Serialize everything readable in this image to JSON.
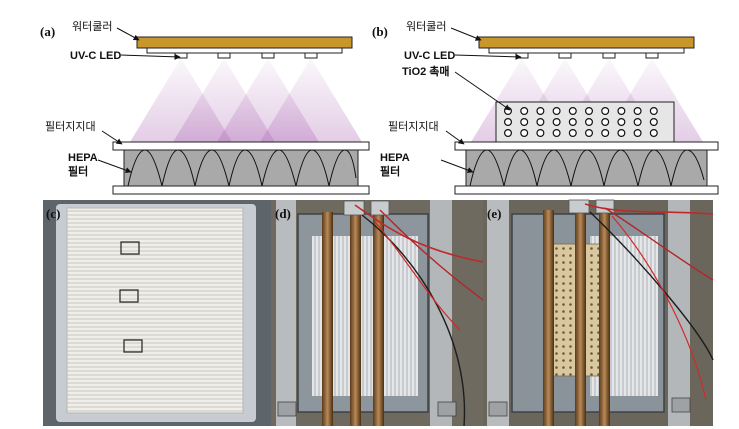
{
  "panels": {
    "a": {
      "tag": "(a)",
      "water_cooler": "워터쿨러",
      "uvc_led": "UV-C LED",
      "filter_support": "필터지지대",
      "hepa_line1": "HEPA",
      "hepa_line2": "필터"
    },
    "b": {
      "tag": "(b)",
      "water_cooler": "워터쿨러",
      "uvc_led": "UV-C LED",
      "catalyst": "TiO2 촉매",
      "filter_support": "필터지지대",
      "hepa_line1": "HEPA",
      "hepa_line2": "필터"
    },
    "c": {
      "tag": "(c)"
    },
    "d": {
      "tag": "(d)"
    },
    "e": {
      "tag": "(e)"
    }
  },
  "colors": {
    "water_cooler": "#c8962a",
    "uv_light": "#b070b8",
    "hepa_fill": "#a9a9a9",
    "support_fill": "#ffffff"
  }
}
